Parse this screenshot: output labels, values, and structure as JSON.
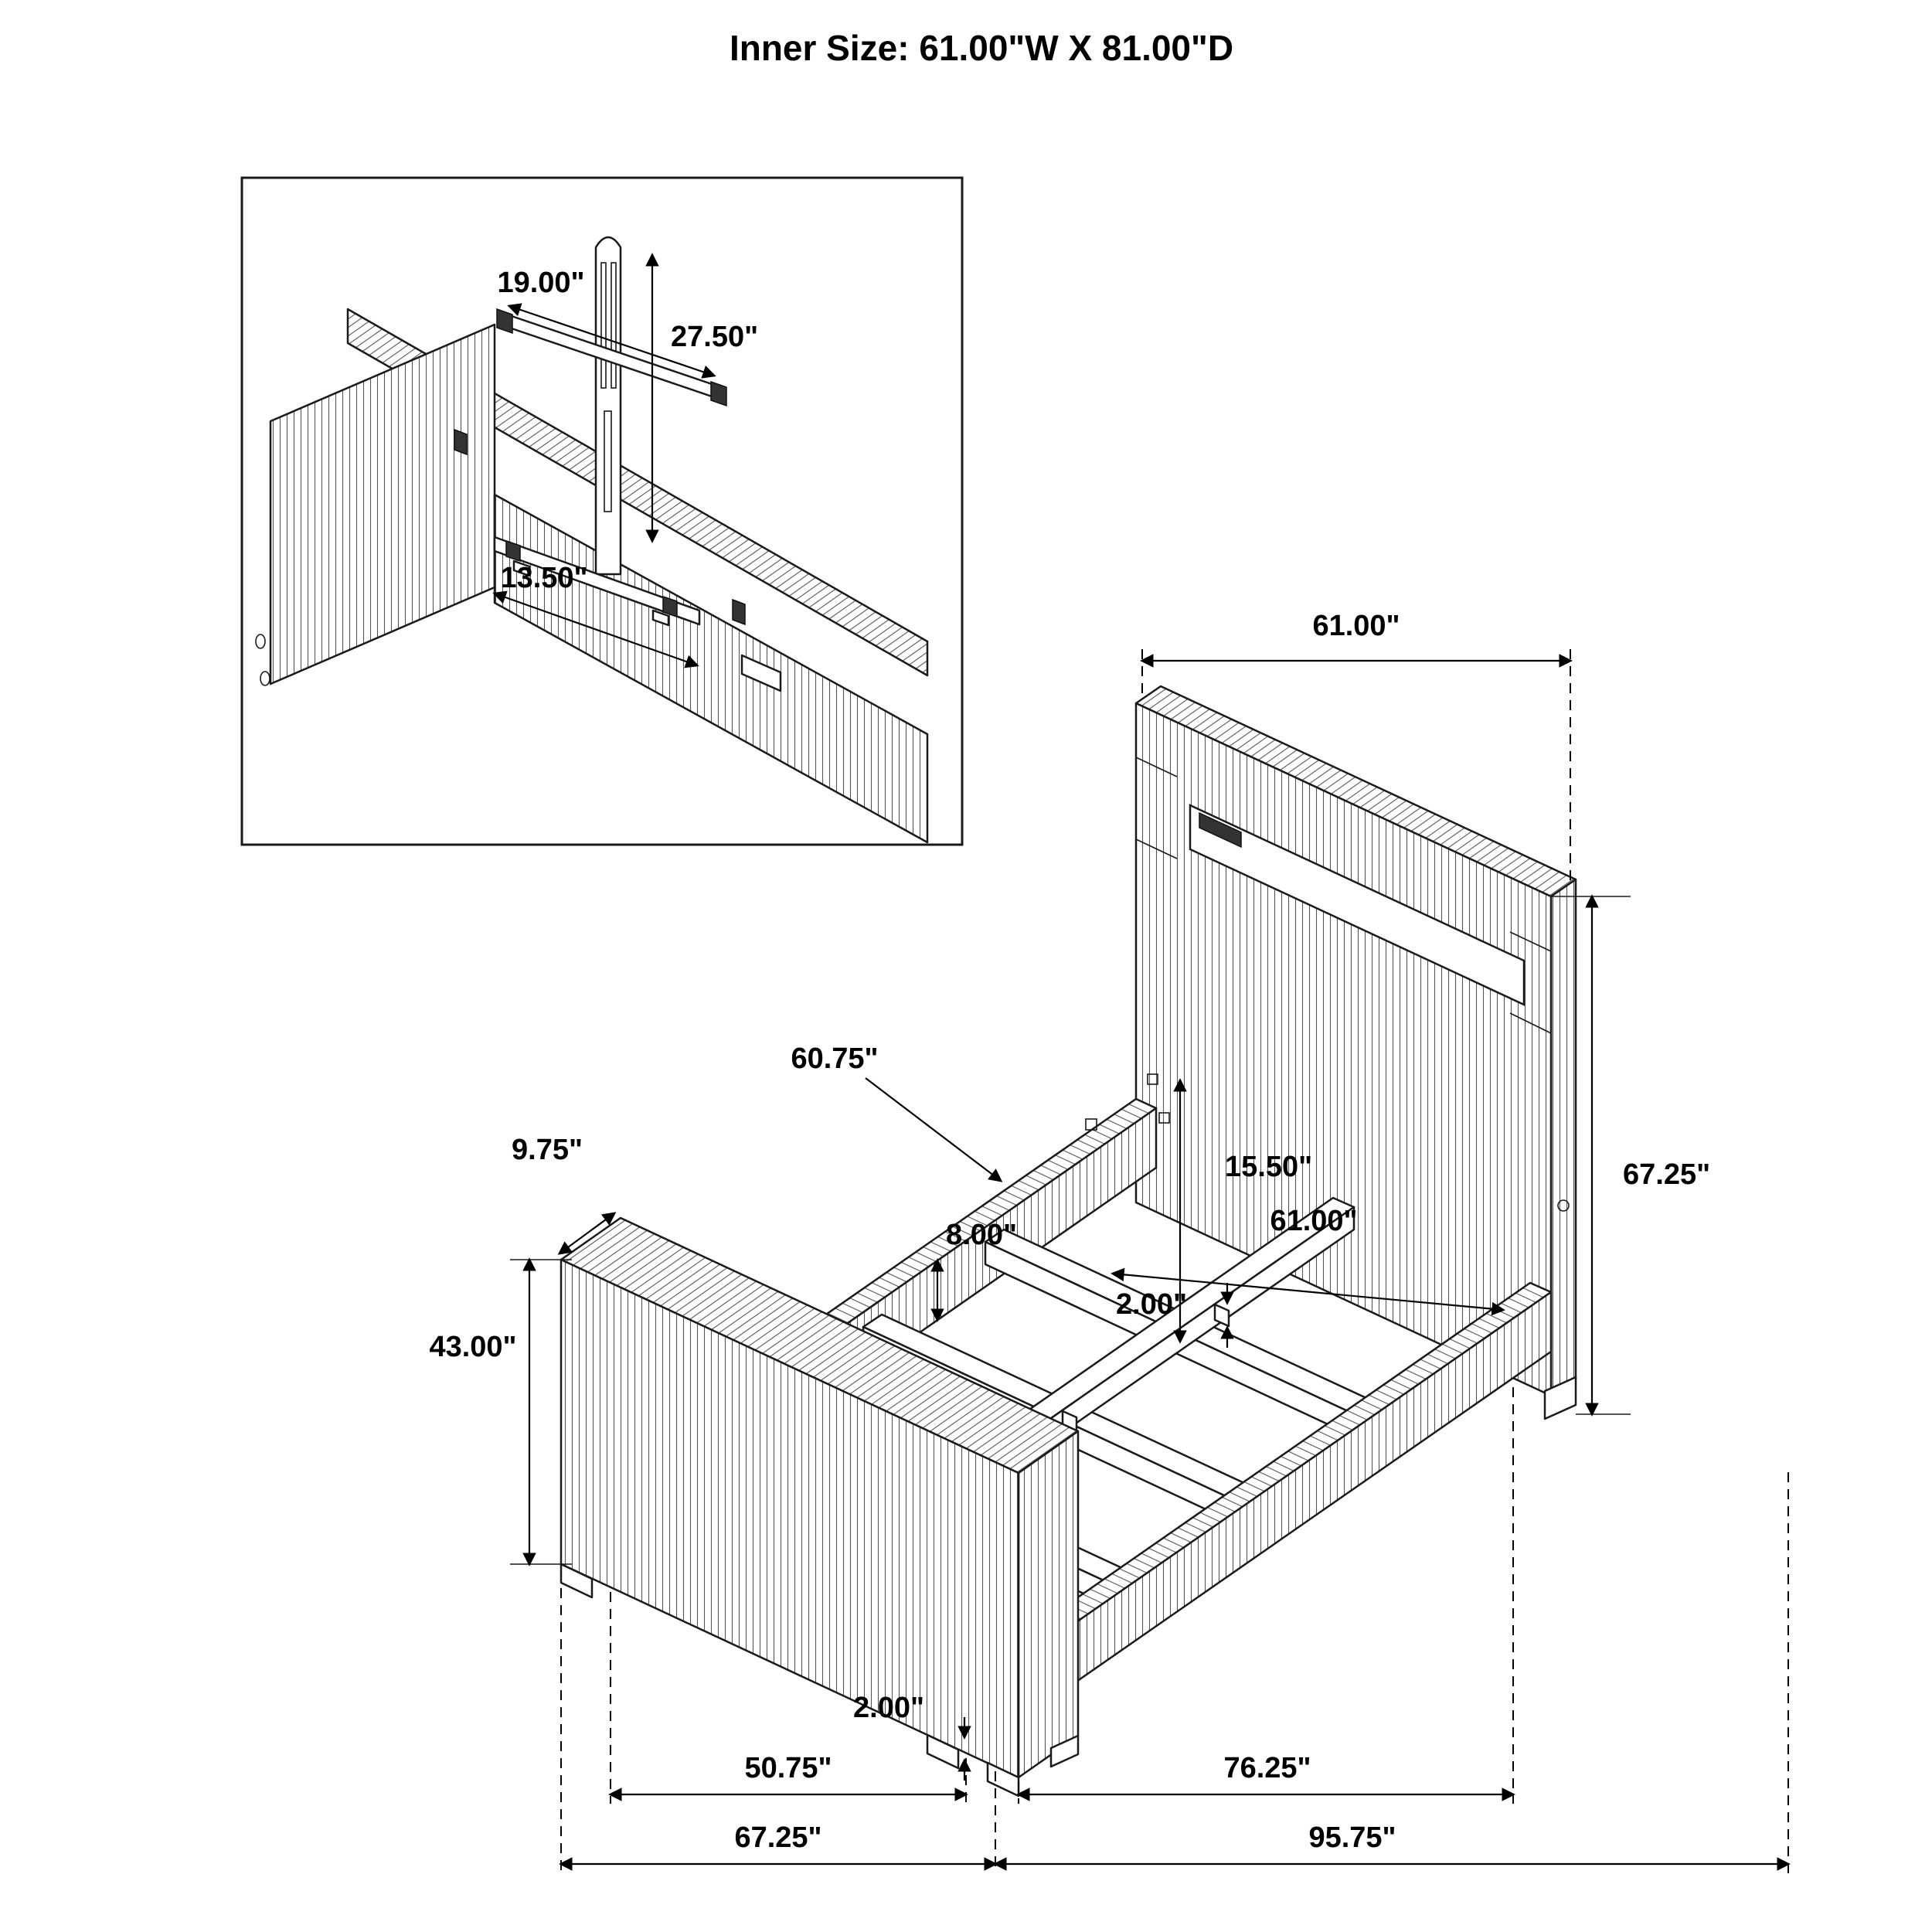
{
  "title": "Inner Size: 61.00\"W X 81.00\"D",
  "inset": {
    "crossbar_width": "19.00\"",
    "post_height": "27.50\"",
    "bracket_width": "13.50\""
  },
  "dimensions": {
    "headboard_width": "61.00\"",
    "headboard_height": "67.25\"",
    "inner_length": "60.75\"",
    "footboard_thickness": "9.75\"",
    "headboard_clearance": "15.50\"",
    "inner_width": "61.00\"",
    "rail_height": "8.00\"",
    "center_leg_height": "2.00\"",
    "footboard_height": "43.00\"",
    "leg_height": "2.00\"",
    "footboard_inner_width": "50.75\"",
    "rail_span": "76.25\"",
    "footboard_width": "67.25\"",
    "overall_length": "95.75\""
  }
}
